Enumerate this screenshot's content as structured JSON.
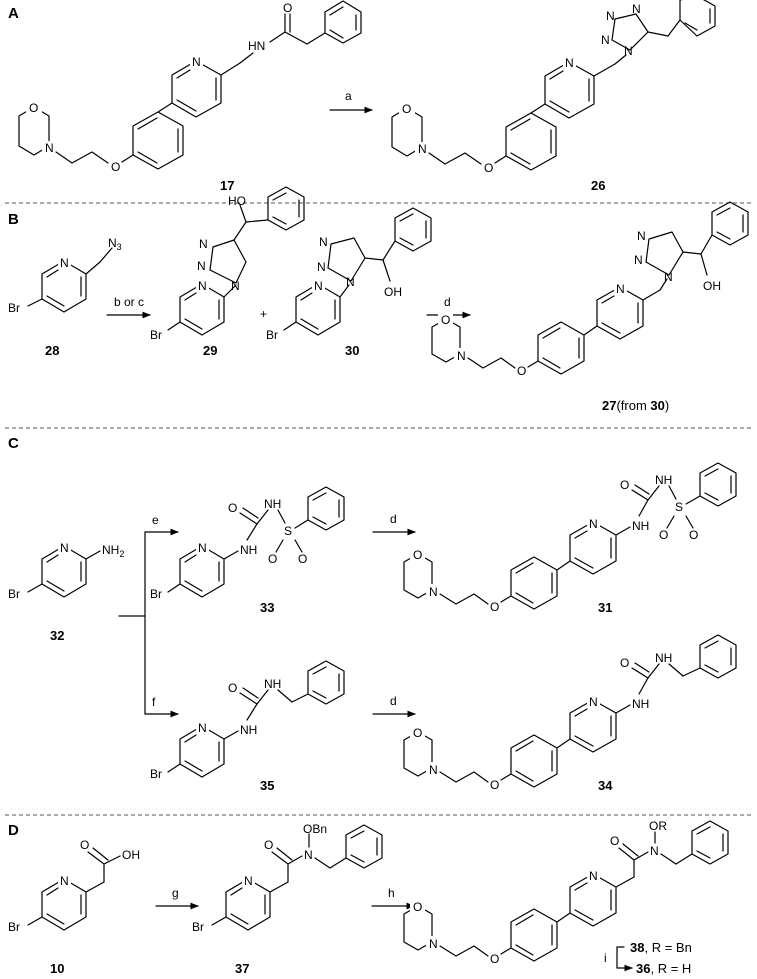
{
  "panels": {
    "A": {
      "label": "A",
      "reagent": "a",
      "start": {
        "id": "17"
      },
      "product": {
        "id": "26"
      }
    },
    "B": {
      "label": "B",
      "step1_reagent": "b or c",
      "step2_reagent": "d",
      "start": {
        "id": "28"
      },
      "intermediate1": {
        "id": "29"
      },
      "intermediate2": {
        "id": "30"
      },
      "plus": "+",
      "product": {
        "id": "27",
        "note_pre": "(from ",
        "note_ref": "30",
        "note_post": ")"
      }
    },
    "C": {
      "label": "C",
      "reagent_e": "e",
      "reagent_f": "f",
      "reagent_d1": "d",
      "reagent_d2": "d",
      "start": {
        "id": "32"
      },
      "int_sulfonyl": {
        "id": "33"
      },
      "prod_sulfonyl": {
        "id": "31"
      },
      "int_benzyl": {
        "id": "35"
      },
      "prod_benzyl": {
        "id": "34"
      }
    },
    "D": {
      "label": "D",
      "reagent_g": "g",
      "reagent_h": "h",
      "reagent_i": "i",
      "start": {
        "id": "10"
      },
      "intermediate": {
        "id": "37"
      },
      "product_a": {
        "id": "38",
        "text": ", R = Bn"
      },
      "product_b": {
        "id": "36",
        "text": ", R = H"
      }
    }
  },
  "atoms": {
    "O": "O",
    "N": "N",
    "H": "H",
    "Br": "Br",
    "S": "S",
    "HN": "HN",
    "NH": "NH",
    "NH2": "NH",
    "sub2": "2",
    "OH": "OH",
    "HO": "HO",
    "N3": "N",
    "sub3": "3",
    "OBn": "OBn",
    "OR": "OR"
  }
}
